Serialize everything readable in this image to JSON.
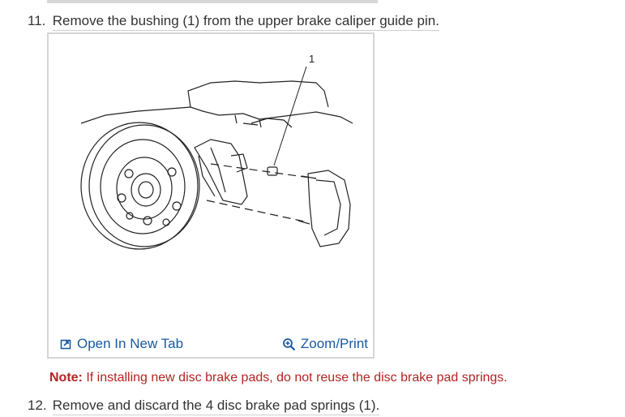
{
  "steps": [
    {
      "number": "11.",
      "text": "Remove the bushing (1) from the upper brake caliper guide pin."
    },
    {
      "number": "12.",
      "text": "Remove and discard the 4 disc brake pad springs (1)."
    }
  ],
  "figure": {
    "callout": "1",
    "open_tab_label": "Open In New Tab",
    "open_tab_icon": "external-link-icon",
    "zoom_label": "Zoom/Print",
    "zoom_icon": "magnifier-icon"
  },
  "note": {
    "prefix": "Note:",
    "text": "If installing new disc brake pads, do not reuse the disc brake pad springs."
  },
  "colors": {
    "link": "#1a5aa0",
    "note": "#b32424",
    "text": "#333333"
  }
}
